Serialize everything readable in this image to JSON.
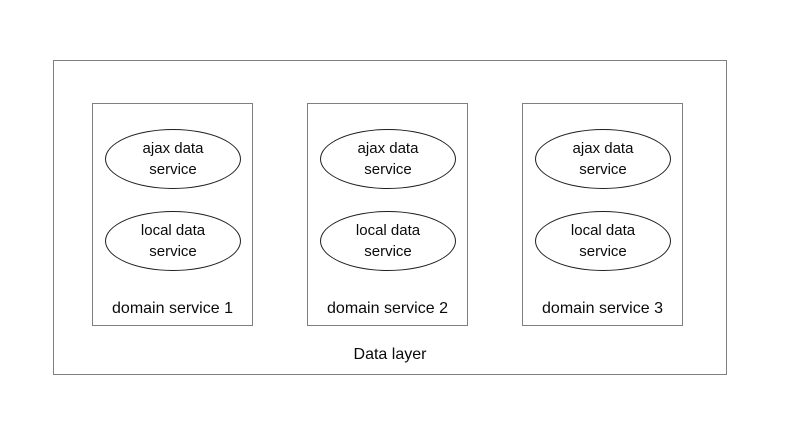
{
  "diagram": {
    "outer_label": "Data layer",
    "groups": [
      {
        "label": "domain service 1",
        "services": [
          "ajax data service",
          "local data service"
        ]
      },
      {
        "label": "domain service 2",
        "services": [
          "ajax data service",
          "local data service"
        ]
      },
      {
        "label": "domain service 3",
        "services": [
          "ajax data service",
          "local data service"
        ]
      }
    ],
    "colors": {
      "background": "#ffffff",
      "rect_border": "#7f7f7f",
      "ellipse_border": "#1f1f1f",
      "text": "#0a0a0a"
    }
  }
}
